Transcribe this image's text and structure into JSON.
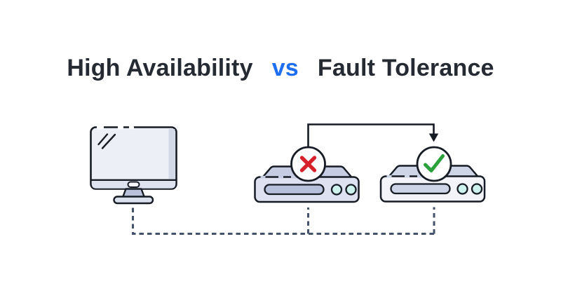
{
  "title": {
    "left": "High Availability",
    "separator": "vs",
    "right": "Fault Tolerance"
  },
  "icons": {
    "client": "desktop-monitor-icon",
    "failed_server": "failed-server-icon",
    "failed_status": "red-x-mark-icon",
    "active_server": "active-server-icon",
    "active_status": "green-check-mark-icon",
    "failover": "failover-arrow",
    "network": "dashed-network-connector"
  },
  "colors": {
    "background": "#ffffff",
    "title-dark": "#262b33",
    "accent-blue": "#1d6ef0",
    "outline": "#161b24",
    "error-red": "#d7212a",
    "success-green": "#2aa13a",
    "dash-slate": "#45526b",
    "screen-fill": "#edeff6",
    "screen-shadow": "#d4d9e8",
    "bezel-fill": "#dfe3f0",
    "stand-fill": "#b9c2da",
    "base-fill": "#dce1ee",
    "pill-fill": "#f5f6fb",
    "server1-body": "#dde1f0",
    "server1-top": "#c6cde2",
    "server1-slot": "#b6c0da",
    "server2-body": "#f2f4f9",
    "server2-top": "#ced5e6",
    "server2-slot": "#ced4e8",
    "led-cyan": "#cdf2ee"
  }
}
